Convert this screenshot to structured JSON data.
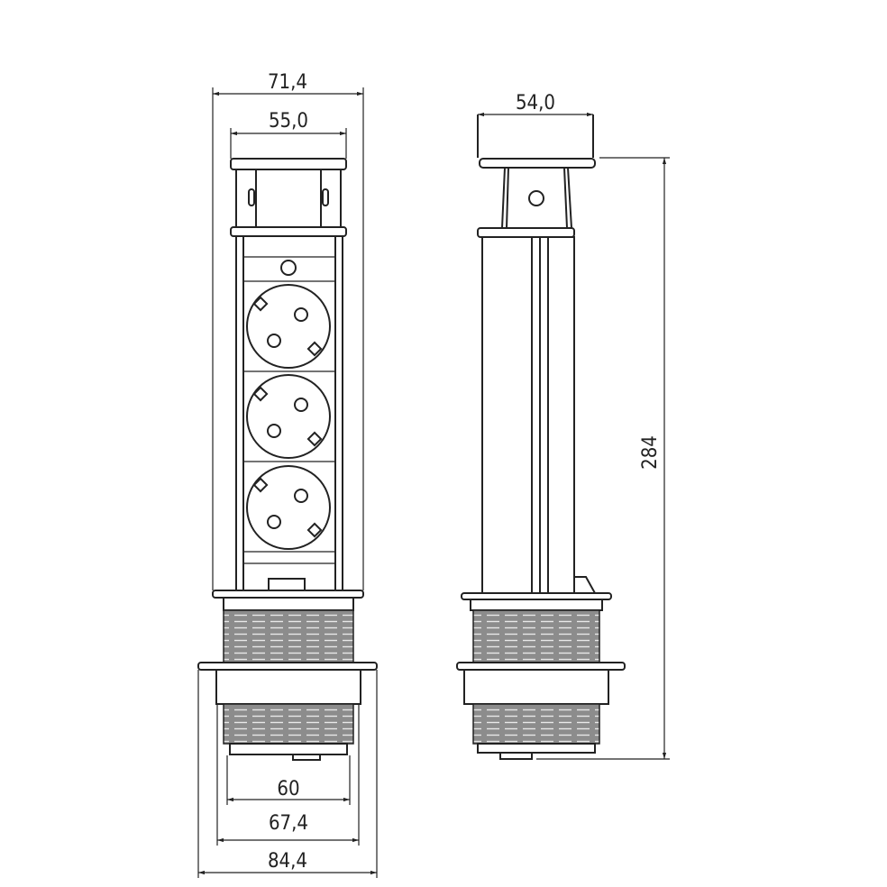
{
  "front_view": {
    "dimensions": {
      "outer_width": "71,4",
      "inner_width": "55,0",
      "cutout": "60",
      "ring_width": "67,4",
      "flange_width": "84,4"
    },
    "socket_count": 3
  },
  "side_view": {
    "dimensions": {
      "cap_width": "54,0",
      "height": "284"
    }
  },
  "colors": {
    "line": "#222222",
    "thread": "#8c8c8c"
  }
}
